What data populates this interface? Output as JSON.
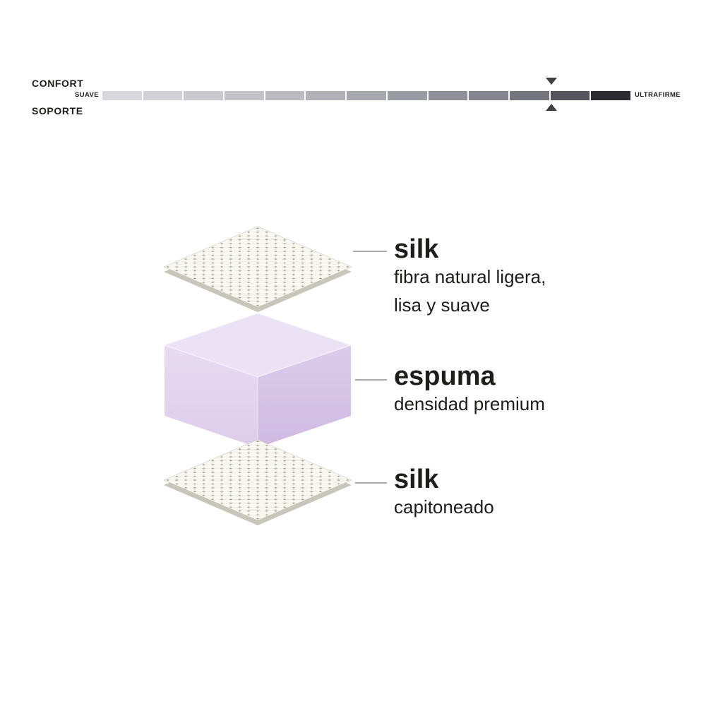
{
  "scale": {
    "confort_label": "CONFORT",
    "soporte_label": "SOPORTE",
    "left_end_label": "SUAVE",
    "right_end_label": "ULTRAFIRME",
    "pointer_percent": 85,
    "pointer_color": "#3f3f44",
    "segment_colors": [
      "#d8d8dc",
      "#d1d1d5",
      "#cacace",
      "#c2c2c7",
      "#bababf",
      "#b1b1b7",
      "#a7a7ae",
      "#9c9ca4",
      "#90909a",
      "#84848e",
      "#75757e",
      "#55555b",
      "#2d2d31"
    ]
  },
  "diagram": {
    "layers": [
      {
        "title": "silk",
        "desc_lines": [
          "fibra natural ligera,",
          "lisa y suave"
        ]
      },
      {
        "title": "espuma",
        "desc_lines": [
          "densidad premium"
        ]
      },
      {
        "title": "silk",
        "desc_lines": [
          "capitoneado"
        ]
      }
    ]
  },
  "colors": {
    "foam_top": "#ebe3f5",
    "foam_left": "#e7daf2",
    "foam_left_bottom": "#ddcdec",
    "foam_right_top": "#dccbea",
    "foam_right_bottom": "#cfbbe2",
    "quilt_base": "#f8f7f2",
    "quilt_dot_a": "#a39d8b",
    "quilt_dot_b": "#bdb8a6",
    "quilt_grid": "#e6e4d9",
    "quilt_edge": "#c8c5bb",
    "connector": "#8a8a8a",
    "text": "#1d1d1b"
  }
}
